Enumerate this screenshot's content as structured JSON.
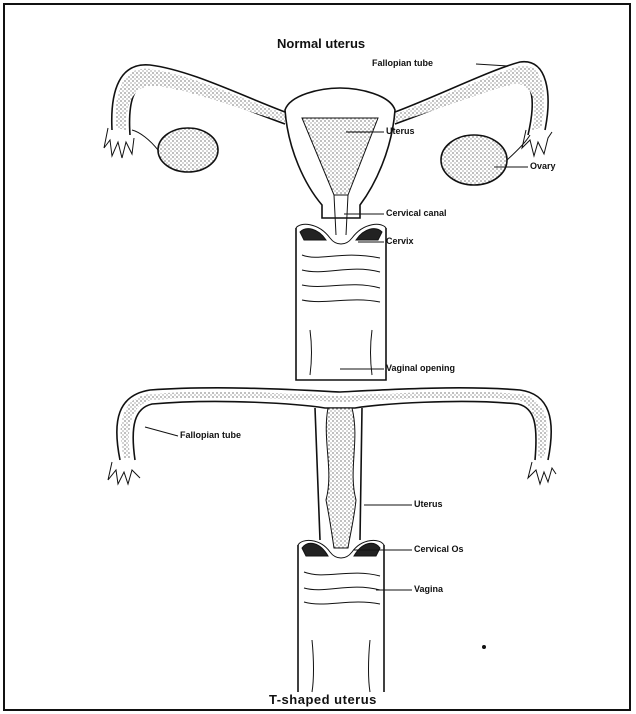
{
  "normal": {
    "title": "Normal uterus",
    "labels": {
      "fallopian_tube": "Fallopian tube",
      "uterus": "Uterus",
      "ovary": "Ovary",
      "cervical_canal": "Cervical canal",
      "cervix": "Cervix",
      "vaginal_opening": "Vaginal opening"
    }
  },
  "tshaped": {
    "title": "T-shaped uterus",
    "labels": {
      "fallopian_tube": "Fallopian tube",
      "uterus": "Uterus",
      "cervical_os": "Cervical Os",
      "vagina": "Vagina"
    }
  }
}
